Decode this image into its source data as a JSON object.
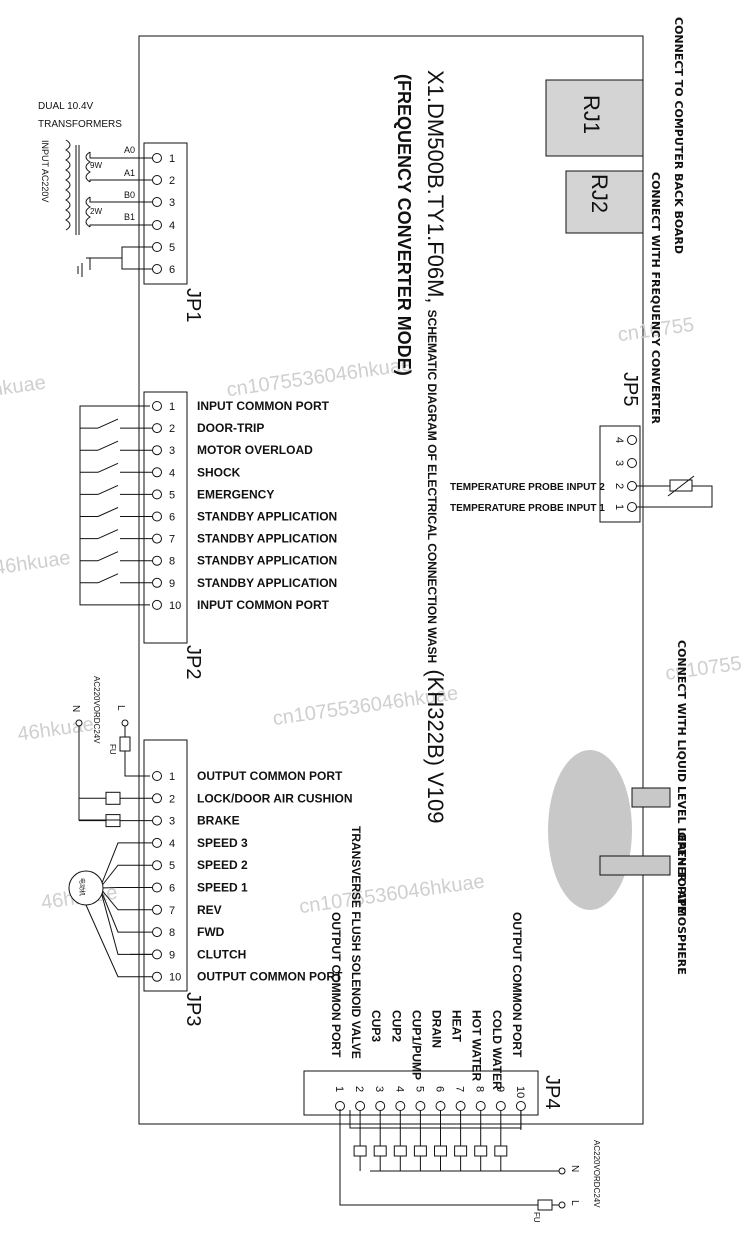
{
  "title": {
    "model": "X1.DM500B.TY1.F06M,",
    "subtitle": "SCHEMATIC DIAGRAM OF ELECTRICAL CONNECTION WASH",
    "version": "(KH322B) V109",
    "mode": "(FREQUENCY CONVERTER MODE)"
  },
  "transformer": {
    "title_line1": "DUAL 10.4V",
    "title_line2": "TRANSFORMERS",
    "input": "INPUT AC220V",
    "winding_a": "9W",
    "winding_b": "2W",
    "taps": [
      "A0",
      "A1",
      "B0",
      "B1"
    ]
  },
  "connectors": {
    "jp1": "JP1",
    "jp2": "JP2",
    "jp3": "JP3",
    "jp4": "JP4",
    "jp5": "JP5",
    "rj1": "RJ1",
    "rj2": "RJ2"
  },
  "jp1_pins": [
    "1",
    "2",
    "3",
    "4",
    "5",
    "6"
  ],
  "jp2_pins": [
    {
      "num": "1",
      "label": "INPUT COMMON PORT"
    },
    {
      "num": "2",
      "label": "DOOR-TRIP"
    },
    {
      "num": "3",
      "label": "MOTOR OVERLOAD"
    },
    {
      "num": "4",
      "label": "SHOCK"
    },
    {
      "num": "5",
      "label": "EMERGENCY"
    },
    {
      "num": "6",
      "label": "STANDBY APPLICATION"
    },
    {
      "num": "7",
      "label": "STANDBY APPLICATION"
    },
    {
      "num": "8",
      "label": "STANDBY APPLICATION"
    },
    {
      "num": "9",
      "label": "STANDBY APPLICATION"
    },
    {
      "num": "10",
      "label": "INPUT COMMON PORT"
    }
  ],
  "jp3_pins": [
    {
      "num": "1",
      "label": "OUTPUT COMMON PORT"
    },
    {
      "num": "2",
      "label": "LOCK/DOOR AIR CUSHION"
    },
    {
      "num": "3",
      "label": "BRAKE"
    },
    {
      "num": "4",
      "label": "SPEED 3"
    },
    {
      "num": "5",
      "label": "SPEED 2"
    },
    {
      "num": "6",
      "label": "SPEED 1"
    },
    {
      "num": "7",
      "label": "REV"
    },
    {
      "num": "8",
      "label": "FWD"
    },
    {
      "num": "9",
      "label": "CLUTCH"
    },
    {
      "num": "10",
      "label": "OUTPUT COMMON PORT"
    }
  ],
  "jp3_supply": {
    "voltage": "AC220VORDC24V",
    "l": "L",
    "n": "N",
    "fuse": "FU"
  },
  "jp4_pins": [
    {
      "num": "1",
      "label": "OUTPUT COMMON PORT"
    },
    {
      "num": "2",
      "label": "TRANSVERSE FLUSH SOLENOID VALVE"
    },
    {
      "num": "3",
      "label": "CUP3"
    },
    {
      "num": "4",
      "label": "CUP2"
    },
    {
      "num": "5",
      "label": "CUP1/PUMP"
    },
    {
      "num": "6",
      "label": "DRAIN"
    },
    {
      "num": "7",
      "label": "HEAT"
    },
    {
      "num": "8",
      "label": "HOT WATER"
    },
    {
      "num": "9",
      "label": "COLD WATER"
    },
    {
      "num": "10",
      "label": "OUTPUT COMMON PORT"
    }
  ],
  "jp4_supply": {
    "voltage": "AC220VORDC24V",
    "l": "L",
    "n": "N",
    "fuse": "FU"
  },
  "jp5_pins": [
    {
      "num": "4",
      "label": ""
    },
    {
      "num": "3",
      "label": ""
    },
    {
      "num": "2",
      "label": "TEMPERATURE PROBE INPUT 2"
    },
    {
      "num": "1",
      "label": "TEMPERATURE PROBE INPUT 1"
    }
  ],
  "rj_labels": {
    "rj1": "CONNECT TO COMPUTER BACK BOARD",
    "rj2": "CONNECT WITH FREQUENCY CONVERTER"
  },
  "pressure": {
    "liquid": "CONNECT WITH LIQUID LEVEL LEATHER PIPE",
    "atmosphere": "OPEN TO ATMOSPHERE"
  },
  "motor_label": "电动机",
  "watermarks": [
    "cn1075536046hkuae",
    "46hkuae",
    "cn10755",
    "46hkuae",
    "cn1075536046hkuae",
    "46hkuae",
    "cn10755",
    "46hkuae",
    "cn1075536046hkuae"
  ]
}
